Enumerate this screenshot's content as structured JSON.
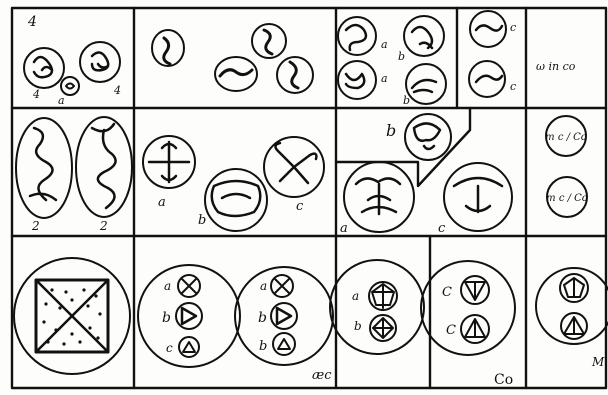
{
  "plate": {
    "panel_1": {
      "numeral": "4",
      "labels": [
        "4",
        "4",
        "a"
      ]
    },
    "panel_3": {
      "labels": [
        "a",
        "a",
        "b",
        "b",
        "c",
        "c"
      ],
      "note": "ω in co"
    },
    "panel_4": {
      "labels": [
        "2",
        "2"
      ]
    },
    "panel_5": {
      "labels": [
        "a",
        "b",
        "c"
      ]
    },
    "panel_6": {
      "labels": [
        "b",
        "a",
        "c"
      ]
    },
    "panel_7": {
      "top_label": "m c / Co",
      "bottom_label": "m c / Co"
    },
    "panel_9": {
      "labels": [
        "a",
        "b",
        "c",
        "a",
        "b",
        "b"
      ],
      "caption": "æc"
    },
    "panel_10": {
      "labels": [
        "a",
        "b"
      ]
    },
    "panel_11": {
      "labels": [
        "C",
        "C"
      ],
      "caption": "Co"
    },
    "panel_12": {
      "caption": "M"
    }
  },
  "colors": {
    "ink": "#111111",
    "paper": "#fdfdfb"
  }
}
